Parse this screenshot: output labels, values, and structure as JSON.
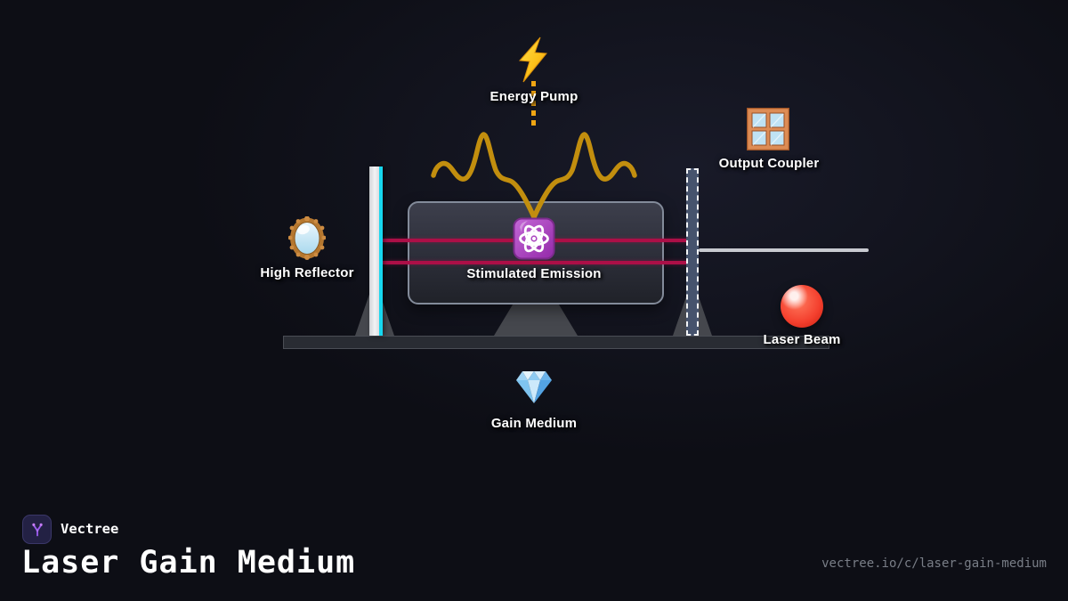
{
  "diagram": {
    "energy_pump_label": "Energy Pump",
    "output_coupler_label": "Output Coupler",
    "high_reflector_label": "High Reflector",
    "stimulated_emission_label": "Stimulated Emission",
    "gain_medium_label": "Gain Medium",
    "laser_beam_label": "Laser Beam"
  },
  "footer": {
    "brand": "Vectree",
    "title": "Laser Gain Medium",
    "url": "vectree.io/c/laser-gain-medium"
  },
  "colors": {
    "background": "#0d0e15",
    "intracavity_beam_red": "#ac0f47",
    "pump_wave_gold": "#c28e0e",
    "pump_dash_amber": "#f0a513",
    "high_reflector_cyan": "#17d7ef",
    "output_beam_gray": "#c8cad0",
    "laser_ball_red": "#f4402e"
  }
}
